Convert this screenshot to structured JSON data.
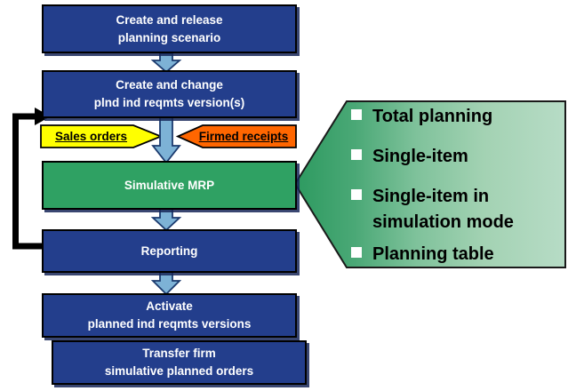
{
  "diagram": {
    "boxes": [
      {
        "id": "create-release",
        "label": "Create and release\nplanning scenario"
      },
      {
        "id": "create-change",
        "label": "Create and change\nplnd ind reqmts version(s)"
      },
      {
        "id": "simulative-mrp",
        "label": "Simulative MRP"
      },
      {
        "id": "reporting",
        "label": "Reporting"
      },
      {
        "id": "activate",
        "label": "Activate\nplanned ind reqmts versions"
      },
      {
        "id": "transfer",
        "label": "Transfer firm\nsimulative planned orders"
      }
    ],
    "side_inputs": {
      "sales_orders": "Sales orders",
      "firmed_receipts": "Firmed receipts"
    },
    "callout_items": [
      "Total planning",
      "Single-item",
      "Single-item in\nsimulation mode",
      "Planning table"
    ],
    "colors": {
      "box_navy": "#233e8c",
      "box_green": "#2fa163",
      "flow_arrow_blue": "#7db2d6",
      "flow_arrow_outline": "#1b3a6e",
      "input_yellow": "#ffff00",
      "input_orange": "#ff6600",
      "feedback_black": "#000000",
      "callout_green_dark": "#2d9a60",
      "callout_green_light": "#b7dcc6"
    }
  }
}
